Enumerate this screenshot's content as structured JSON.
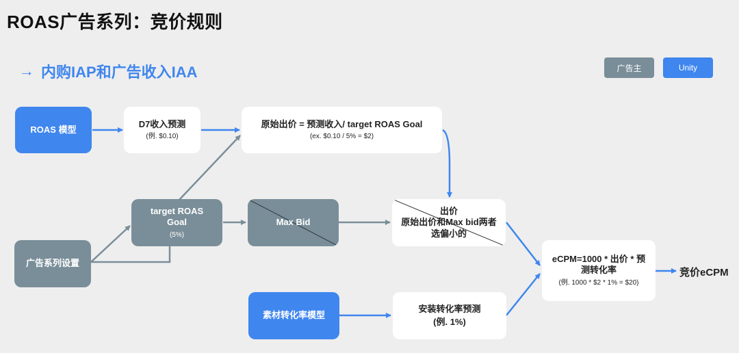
{
  "title": "ROAS广告系列：竞价规则",
  "section": {
    "arrow": "→",
    "title": "内购IAP和广告收入IAA"
  },
  "legend": {
    "advertiser": "广告主",
    "unity": "Unity"
  },
  "colors": {
    "blue": "#3f86ee",
    "gray": "#7a8e99",
    "white": "#ffffff",
    "connector_gray": "#7a8e99",
    "connector_blue": "#3f86ee"
  },
  "nodes": {
    "roas_model": {
      "label": "ROAS 模型"
    },
    "d7_revenue": {
      "label": "D7收入预测",
      "sub": "(例. $0.10)"
    },
    "raw_bid": {
      "label": "原始出价 = 预测收入/ target ROAS Goal",
      "sub": "(ex. $0.10 / 5% = $2)"
    },
    "target_roas": {
      "label": "target ROAS Goal",
      "sub": "(5%)"
    },
    "max_bid": {
      "label": "Max Bid"
    },
    "bid": {
      "label": "出价\n原始出价和Max bid两者选偏小的"
    },
    "campaign_settings": {
      "label": "广告系列设置"
    },
    "ecpm": {
      "label": "eCPM=1000 * 出价 * 预测转化率",
      "sub": "(例. 1000 * $2 * 1% = $20)"
    },
    "creative_model": {
      "label": "素材转化率模型"
    },
    "install_rate": {
      "label": "安装转化率预测",
      "sub": "(例. 1%)"
    }
  },
  "final_output": "竞价eCPM"
}
